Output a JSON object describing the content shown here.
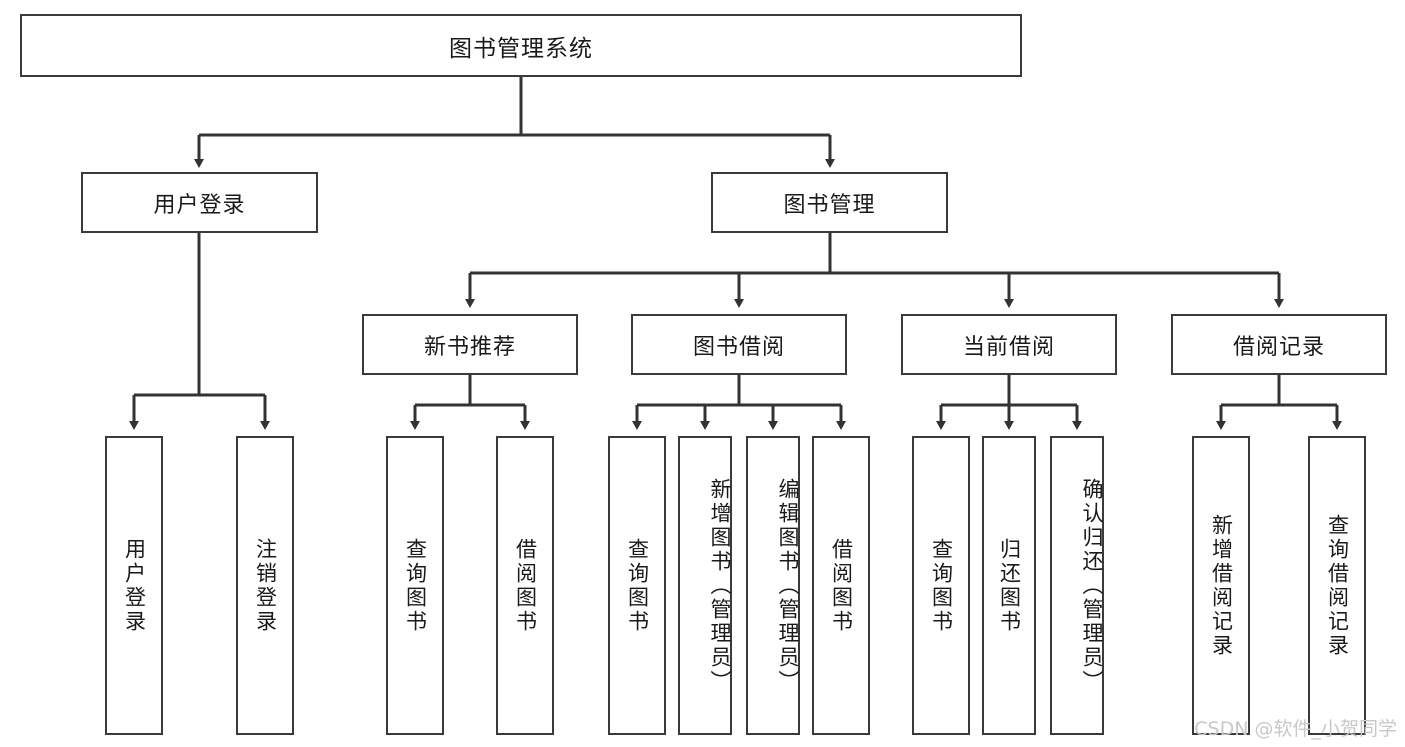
{
  "diagram": {
    "title": "图书管理系统",
    "type": "tree-hierarchy-chart",
    "watermark": "CSDN @软件_小贺同学",
    "colors": {
      "box_border": "#3a3a3a",
      "box_fill": "#ffffff",
      "connector": "#333333",
      "text": "#1a1a1a",
      "watermark": "#c8c8c8"
    },
    "nodes": {
      "root": {
        "label": "图书管理系统"
      },
      "level2": [
        {
          "id": "user-login",
          "label": "用户登录"
        },
        {
          "id": "book-manage",
          "label": "图书管理"
        }
      ],
      "level3": [
        {
          "id": "new-book-recommend",
          "label": "新书推荐"
        },
        {
          "id": "book-borrow",
          "label": "图书借阅"
        },
        {
          "id": "current-borrow",
          "label": "当前借阅"
        },
        {
          "id": "borrow-record",
          "label": "借阅记录"
        }
      ],
      "leaves": {
        "user_login": [
          {
            "id": "leaf-user-login",
            "label": "用户登录"
          },
          {
            "id": "leaf-logout",
            "label": "注销登录"
          }
        ],
        "new_book_recommend": [
          {
            "id": "leaf-query-book-1",
            "label": "查询图书"
          },
          {
            "id": "leaf-borrow-book-1",
            "label": "借阅图书"
          }
        ],
        "book_borrow": [
          {
            "id": "leaf-query-book-2",
            "label": "查询图书"
          },
          {
            "id": "leaf-add-book",
            "label": "新增图书（管理员）"
          },
          {
            "id": "leaf-edit-book",
            "label": "编辑图书（管理员）"
          },
          {
            "id": "leaf-borrow-book-2",
            "label": "借阅图书"
          }
        ],
        "current_borrow": [
          {
            "id": "leaf-query-book-3",
            "label": "查询图书"
          },
          {
            "id": "leaf-return-book",
            "label": "归还图书"
          },
          {
            "id": "leaf-confirm-return",
            "label": "确认归还（管理员）"
          }
        ],
        "borrow_record": [
          {
            "id": "leaf-add-record",
            "label": "新增借阅记录"
          },
          {
            "id": "leaf-query-record",
            "label": "查询借阅记录"
          }
        ]
      }
    }
  }
}
